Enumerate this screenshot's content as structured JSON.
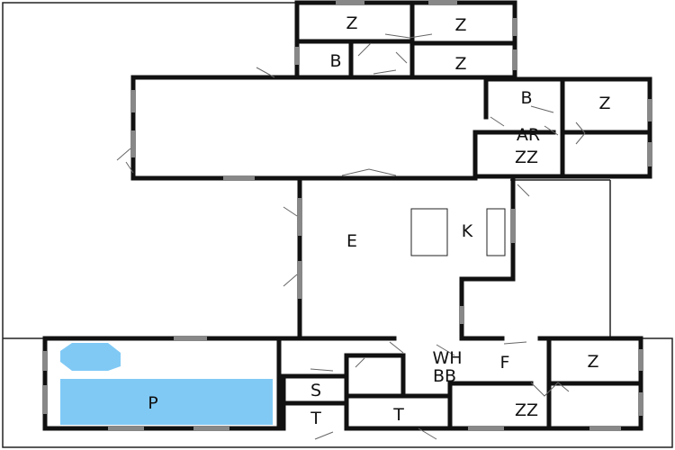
{
  "floor_plan": {
    "colors": {
      "wall": "#111111",
      "thin_line": "#222222",
      "window": "#ffffff",
      "pool": "#80c9f5",
      "door_swing": "#666666"
    },
    "rooms": {
      "bedroom_top_left": "Z",
      "bedroom_top_right": "Z",
      "bath_top": "B",
      "bedroom_top_mid": "Z",
      "bath_right": "B",
      "bedroom_right": "Z",
      "utility_right": "AR",
      "room_zz_right": "ZZ",
      "living": "E",
      "kitchen": "K",
      "pool": "P",
      "sauna": "S",
      "toilet_small": "T",
      "toilet_large": "T",
      "wh": "WH",
      "bb": "BB",
      "f": "F",
      "bedroom_bottom_right": "Z",
      "room_zz_bottom": "ZZ"
    }
  }
}
